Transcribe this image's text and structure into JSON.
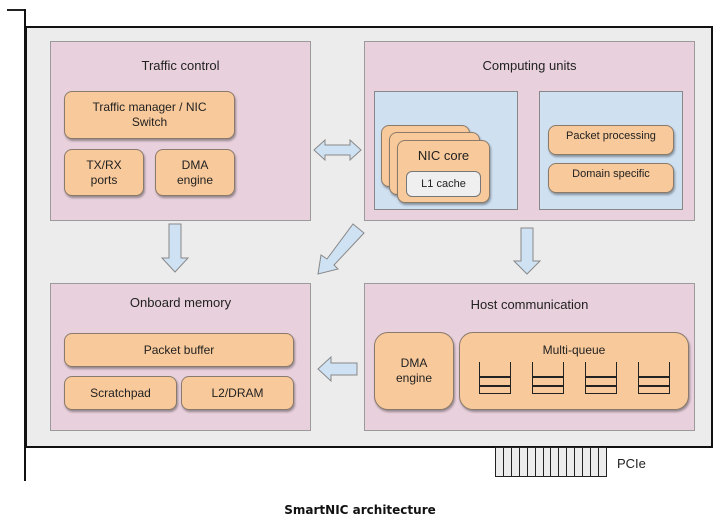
{
  "caption": "SmartNIC architecture",
  "pcie_label": "PCIe",
  "pcie_pin_count": 14,
  "colors": {
    "board": "#ececec",
    "group": "#e8d0dc",
    "subgroup": "#cfe0f1",
    "component": "#f8c99a",
    "cache": "#efefef",
    "arrow": "#cfe2f3"
  },
  "traffic_control": {
    "title": "Traffic control",
    "traffic_manager": "Traffic manager / NIC Switch",
    "txrx_ports": "TX/RX ports",
    "dma_engine": "DMA engine"
  },
  "computing_units": {
    "title": "Computing units",
    "nic_core": "NIC core",
    "l1_cache": "L1 cache",
    "packet_processing": "Packet processing",
    "domain_specific": "Domain specific"
  },
  "onboard_memory": {
    "title": "Onboard memory",
    "packet_buffer": "Packet buffer",
    "scratchpad": "Scratchpad",
    "l2_dram": "L2/DRAM"
  },
  "host_communication": {
    "title": "Host communication",
    "dma_engine": "DMA engine",
    "multi_queue": "Multi-queue",
    "queue_count": 4
  },
  "arrows": [
    {
      "from": "traffic_control",
      "to": "computing_units",
      "direction": "bidirectional"
    },
    {
      "from": "traffic_control",
      "to": "onboard_memory",
      "direction": "down"
    },
    {
      "from": "computing_units",
      "to": "onboard_memory",
      "direction": "diagonal"
    },
    {
      "from": "computing_units",
      "to": "host_communication",
      "direction": "down"
    },
    {
      "from": "host_communication",
      "to": "onboard_memory",
      "direction": "left"
    }
  ]
}
